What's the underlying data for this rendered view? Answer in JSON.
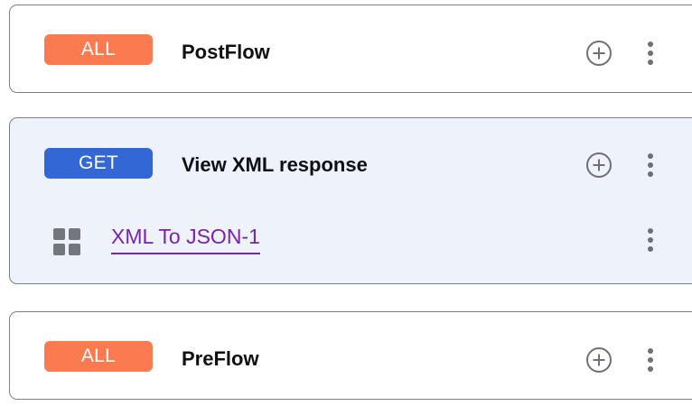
{
  "colors": {
    "badge_all": "#fb7a4f",
    "badge_get": "#3367d6",
    "card_border": "#7c7f86",
    "card_background": "#ffffff",
    "card_selected_background": "#eef2fb",
    "title_text": "#0f1013",
    "icon_gray": "#6d7077",
    "policy_link": "#7b21b0"
  },
  "flows": [
    {
      "name": "postflow",
      "badge": "ALL",
      "badge_type": "all",
      "title": "PostFlow",
      "selected": false,
      "add_icon": "circle-plus-icon",
      "menu_icon": "kebab-menu-icon",
      "policies": []
    },
    {
      "name": "view-xml-response",
      "badge": "GET",
      "badge_type": "get",
      "title": "View XML response",
      "selected": true,
      "add_icon": "circle-plus-icon",
      "menu_icon": "kebab-menu-icon",
      "policies": [
        {
          "name": "xml-to-json-1",
          "label": "XML To JSON-1",
          "icon": "grid-squares-icon",
          "menu_icon": "kebab-menu-icon"
        }
      ]
    },
    {
      "name": "preflow",
      "badge": "ALL",
      "badge_type": "all",
      "title": "PreFlow",
      "selected": false,
      "add_icon": "circle-plus-icon",
      "menu_icon": "kebab-menu-icon",
      "policies": []
    }
  ]
}
